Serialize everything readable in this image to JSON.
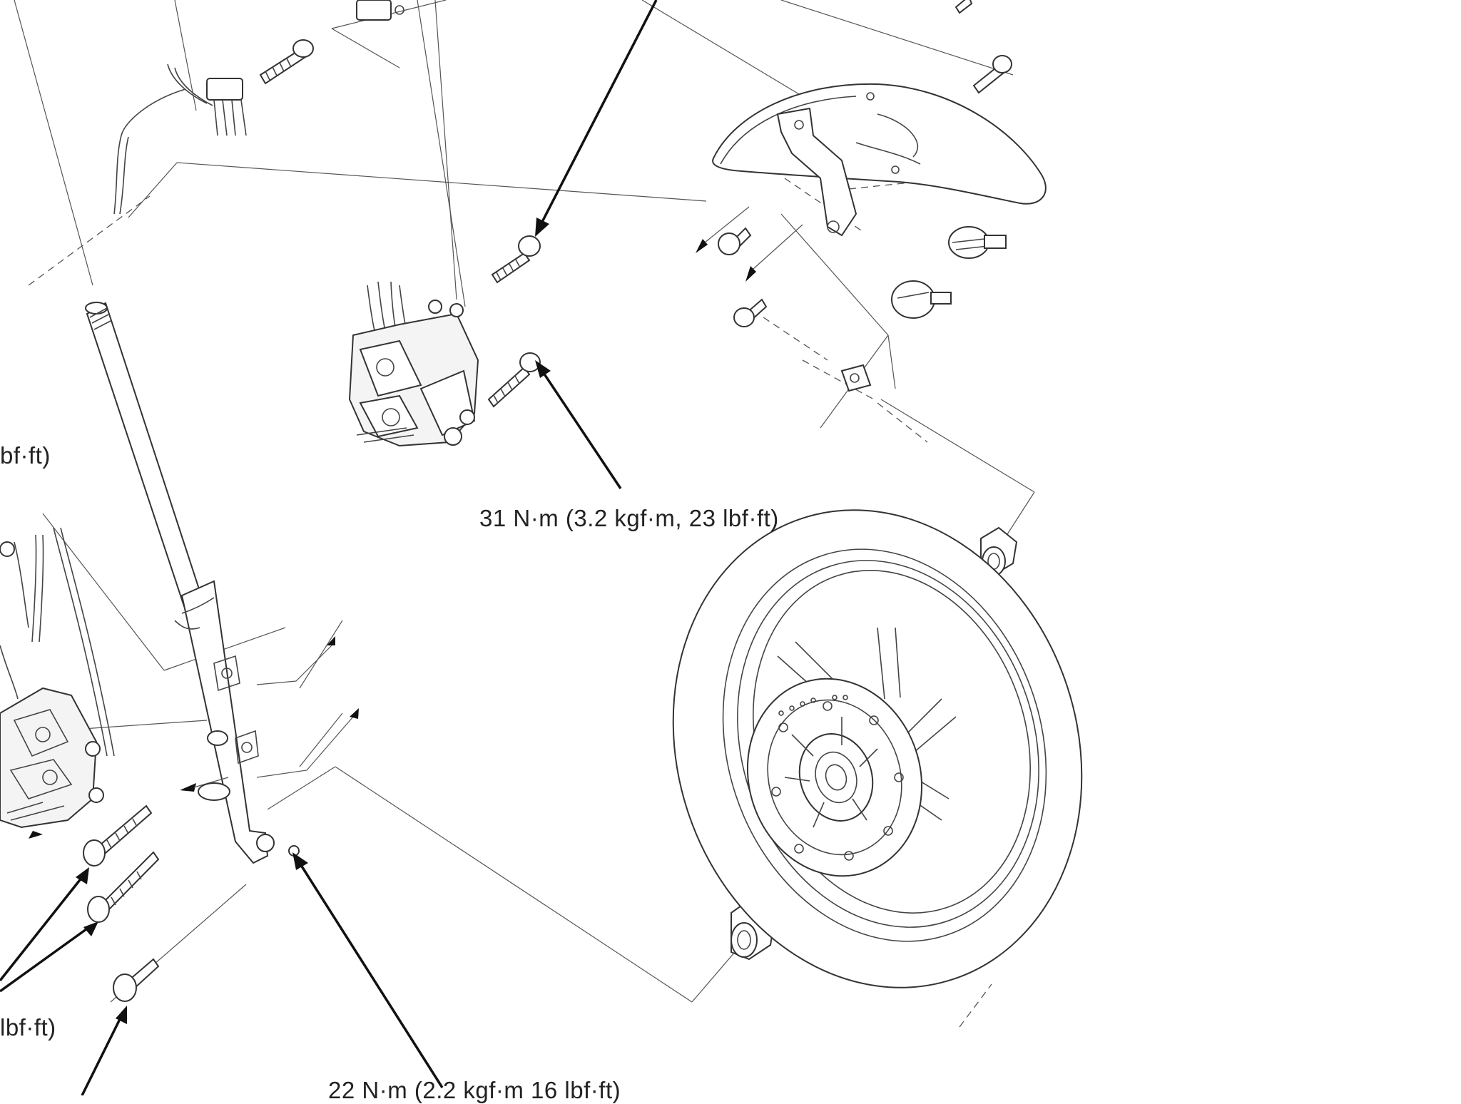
{
  "labels": {
    "caliper_bolt_torque": "31 N·m (3.2 kgf·m, 23 lbf·ft)",
    "pinch_bolt_torque": "22 N·m (2.2 kgf·m 16  lbf·ft)",
    "left_torque_top": "bf·ft)",
    "left_torque_bottom": "lbf·ft)"
  },
  "icons": [
    "fork-leg-icon",
    "brake-caliper-icon",
    "front-fender-icon",
    "front-wheel-icon",
    "brake-disc-icon",
    "axle-spacer-icon",
    "bolt-icon",
    "reflector-icon"
  ]
}
